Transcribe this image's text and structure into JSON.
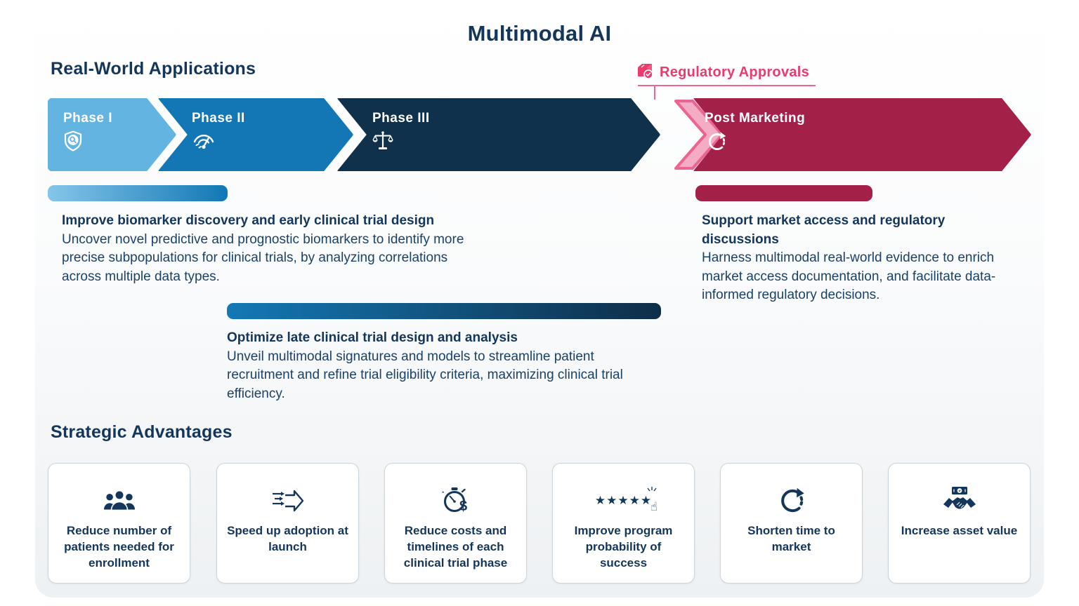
{
  "title": "Multimodal AI",
  "sections": {
    "applications_heading": "Real-World Applications",
    "advantages_heading": "Strategic Advantages"
  },
  "regulatory": {
    "label": "Regulatory Approvals",
    "icon": "package-check-icon",
    "color": "#ec3a6d"
  },
  "phases": [
    {
      "label": "Phase I",
      "icon": "shield-search-icon",
      "color": "#63b4e0"
    },
    {
      "label": "Phase II",
      "icon": "gauge-icon",
      "color": "#1277b4"
    },
    {
      "label": "Phase III",
      "icon": "scales-icon",
      "color": "#0f314c"
    },
    {
      "label": "Post Marketing",
      "icon": "refresh-icon",
      "color": "#a32049"
    }
  ],
  "applications": [
    {
      "title": "Improve biomarker discovery and early clinical trial design",
      "body": "Uncover novel predictive and prognostic biomarkers to identify more precise subpopulations for clinical trials, by analyzing correlations across multiple data types."
    },
    {
      "title": "Optimize late clinical trial design and analysis",
      "body": "Unveil multimodal signatures and models to streamline patient recruitment and refine trial eligibility criteria, maximizing clinical trial efficiency."
    },
    {
      "title": "Support market access and regulatory discussions",
      "body": "Harness multimodal real-world evidence to enrich market access documentation, and facilitate data-informed regulatory decisions."
    }
  ],
  "advantages": [
    {
      "label": "Reduce number of patients needed for enrollment",
      "icon": "users-icon"
    },
    {
      "label": "Speed up adoption at launch",
      "icon": "merge-arrows-icon"
    },
    {
      "label": "Reduce costs and timelines of each clinical trial phase",
      "icon": "stopwatch-dollar-icon"
    },
    {
      "label": "Improve program probability of success",
      "icon": "star-rating-click-icon"
    },
    {
      "label": "Shorten time to market",
      "icon": "refresh-arrow-icon"
    },
    {
      "label": "Increase asset value",
      "icon": "handshake-money-icon"
    }
  ],
  "glyphs": {
    "stars": "★★★★★",
    "hand": "☝",
    "dollar": "$"
  },
  "colors": {
    "heading": "#14365b",
    "body_text": "#1c4166",
    "phase1": "#63b4e0",
    "phase2": "#1277b4",
    "phase3": "#0f314c",
    "post_marketing": "#a32049",
    "pink": "#ec3a6d",
    "pink_light": "#f4acc4",
    "card_border": "#ccd4db",
    "panel_bg": "#eef1f3"
  }
}
